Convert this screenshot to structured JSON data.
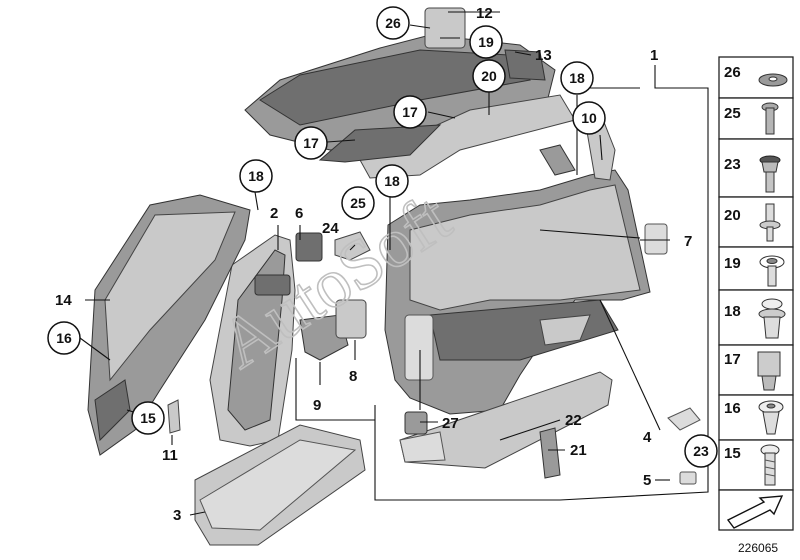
{
  "diagram": {
    "watermark": "AutoSoft",
    "drawing_number": "226065",
    "callouts_plain": [
      "1",
      "2",
      "3",
      "4",
      "5",
      "6",
      "7",
      "8",
      "9",
      "11",
      "12",
      "13",
      "14",
      "21",
      "22",
      "24",
      "27"
    ],
    "callouts_circled": [
      "10",
      "15",
      "16",
      "17",
      "17",
      "18",
      "18",
      "18",
      "19",
      "20",
      "23",
      "25",
      "26"
    ],
    "sidebar": [
      {
        "label": "26",
        "icon": "washer-icon"
      },
      {
        "label": "25",
        "icon": "screw-icon"
      },
      {
        "label": "23",
        "icon": "collar-screw-icon"
      },
      {
        "label": "20",
        "icon": "stud-icon"
      },
      {
        "label": "19",
        "icon": "torx-screw-icon"
      },
      {
        "label": "18",
        "icon": "expanding-rivet-icon"
      },
      {
        "label": "17",
        "icon": "clip-icon"
      },
      {
        "label": "16",
        "icon": "push-rivet-icon"
      },
      {
        "label": "15",
        "icon": "screw-icon"
      }
    ],
    "arrow_icon": "arrow-icon"
  }
}
